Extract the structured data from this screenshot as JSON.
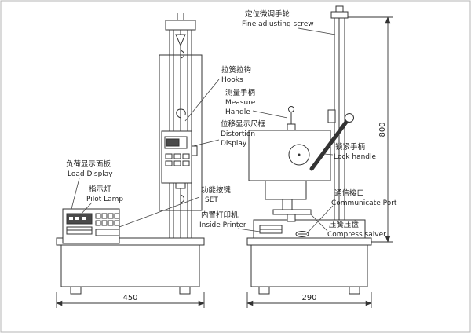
{
  "labels": {
    "fine_adjusting": {
      "zh": "定位微调手轮",
      "en": "Fine adjusting screw"
    },
    "hooks": {
      "zh": "拉簧拉钩",
      "en": "Hooks"
    },
    "measure_handle": {
      "zh": "测量手柄",
      "en1": "Measure",
      "en2": "Handle"
    },
    "distortion_display": {
      "zh": "位移显示尺框",
      "en1": "Distortion",
      "en2": "Display"
    },
    "load_display": {
      "zh": "负荷显示面板",
      "en": "Load Display"
    },
    "pilot_lamp": {
      "zh": "指示灯",
      "en": "Pilot Lamp"
    },
    "set_keys": {
      "zh": "功能按键",
      "en": "SET"
    },
    "inside_printer": {
      "zh": "内置打印机",
      "en": "Inside Printer"
    },
    "lock_handle": {
      "zh": "锁紧手柄",
      "en": "Lock handle"
    },
    "communicate_port": {
      "zh": "通信接口",
      "en": "Communicate Port"
    },
    "compress_salver": {
      "zh": "压簧压盘",
      "en": "Compress salver"
    }
  },
  "dimensions": {
    "front_width": "450",
    "side_width": "290",
    "height": "800"
  }
}
